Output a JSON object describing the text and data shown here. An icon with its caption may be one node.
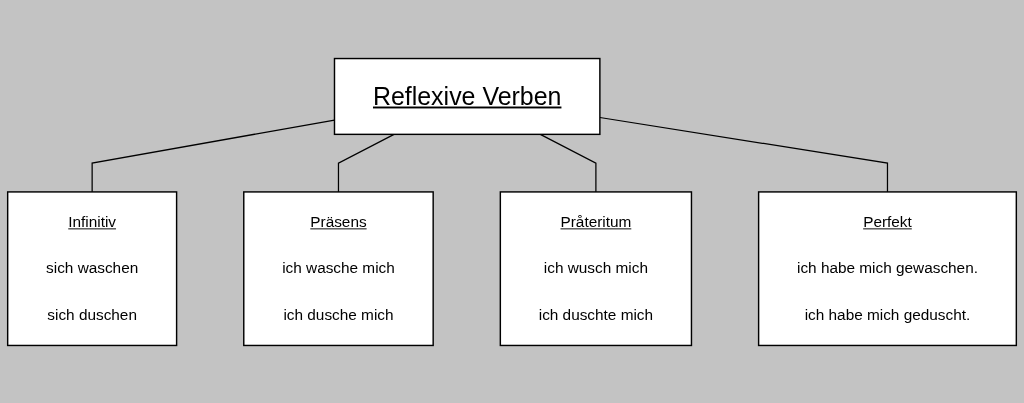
{
  "diagram": {
    "nodes": [
      {
        "text": [
          "Reflexive Verben"
        ]
      },
      {
        "text": [
          "Infinitiv",
          "sich waschen",
          "sich duschen"
        ]
      },
      {
        "text": [
          "Präsens",
          "ich wasche mich",
          "ich dusche mich"
        ]
      },
      {
        "text": [
          "Pråteritum",
          "ich wusch mich",
          "ich duschte mich"
        ]
      },
      {
        "text": [
          "Perfekt",
          "ich habe mich gewaschen.",
          "ich habe mich geduscht."
        ]
      }
    ],
    "edges": [
      {
        "from": 0,
        "to": 1,
        "arrow": "none"
      },
      {
        "from": 0,
        "to": 2,
        "arrow": "none"
      },
      {
        "from": 0,
        "to": 3,
        "arrow": "none"
      },
      {
        "from": 0,
        "to": 4,
        "arrow": "none"
      }
    ]
  }
}
